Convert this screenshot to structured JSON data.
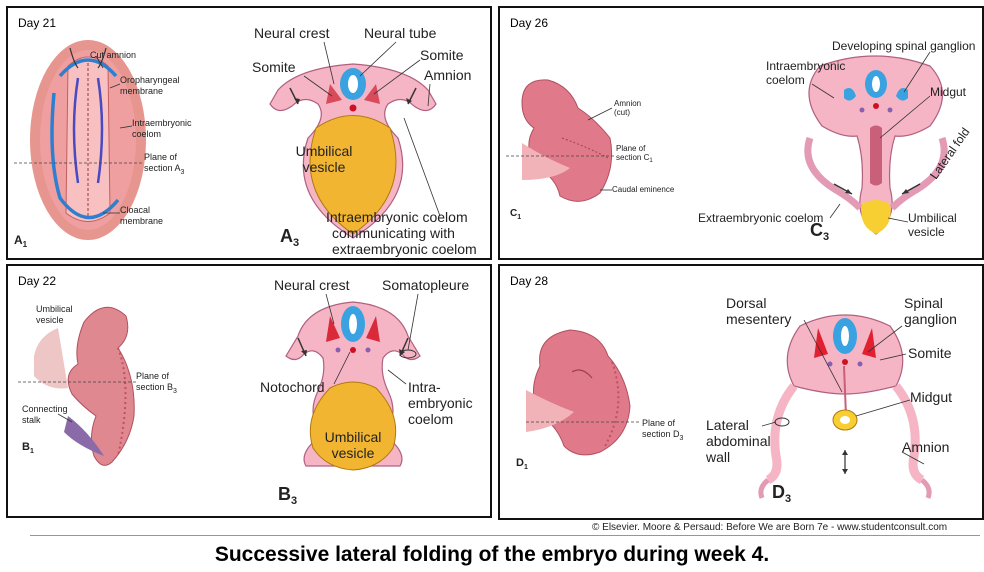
{
  "panels": {
    "day21": {
      "day_label": "Day 21",
      "left": {
        "cut_amnion": "Cut amnion",
        "oropharyngeal_1": "Oropharyngeal",
        "oropharyngeal_2": "membrane",
        "intraembryonic_1": "Intraembryonic",
        "intraembryonic_2": "coelom",
        "plane_1": "Plane of",
        "plane_2": "section A",
        "plane_sub": "3",
        "cloacal_1": "Cloacal",
        "cloacal_2": "membrane",
        "fig_letter": "A",
        "fig_sub": "1"
      },
      "right": {
        "neural_crest": "Neural crest",
        "neural_tube": "Neural tube",
        "somite_left": "Somite",
        "somite_right": "Somite",
        "amnion": "Amnion",
        "vesicle_1": "Umbilical",
        "vesicle_2": "vesicle",
        "coelom_1": "Intraembryonic coelom",
        "coelom_2": "communicating with",
        "coelom_3": "extraembryonic coelom",
        "fig_letter": "A",
        "fig_sub": "3"
      }
    },
    "day26": {
      "day_label": "Day 26",
      "left": {
        "amnion_1": "Amnion",
        "amnion_2": "(cut)",
        "plane_1": "Plane of",
        "plane_2": "section C",
        "plane_sub": "1",
        "caudal": "Caudal eminence",
        "fig_letter": "C",
        "fig_sub": "1"
      },
      "right": {
        "ganglion": "Developing spinal ganglion",
        "coelom_1": "Intraembryonic",
        "coelom_2": "coelom",
        "midgut": "Midgut",
        "lateral_fold": "Lateral fold",
        "extra_coelom": "Extraembryonic coelom",
        "vesicle_1": "Umbilical",
        "vesicle_2": "vesicle",
        "fig_letter": "C",
        "fig_sub": "3"
      }
    },
    "day22": {
      "day_label": "Day 22",
      "left": {
        "vesicle_1": "Umbilical",
        "vesicle_2": "vesicle",
        "plane_1": "Plane of",
        "plane_2": "section B",
        "plane_sub": "3",
        "stalk_1": "Connecting",
        "stalk_2": "stalk",
        "fig_letter": "B",
        "fig_sub": "1"
      },
      "right": {
        "neural_crest": "Neural crest",
        "somatopleure": "Somatopleure",
        "notochord": "Notochord",
        "intra_1": "Intra-",
        "intra_2": "embryonic",
        "intra_3": "coelom",
        "vesicle_1": "Umbilical",
        "vesicle_2": "vesicle",
        "fig_letter": "B",
        "fig_sub": "3"
      }
    },
    "day28": {
      "day_label": "Day 28",
      "left": {
        "plane_1": "Plane of",
        "plane_2": "section D",
        "plane_sub": "3",
        "fig_letter": "D",
        "fig_sub": "1"
      },
      "right": {
        "dorsal_1": "Dorsal",
        "dorsal_2": "mesentery",
        "spinal_1": "Spinal",
        "spinal_2": "ganglion",
        "somite": "Somite",
        "midgut": "Midgut",
        "lateral_1": "Lateral",
        "lateral_2": "abdominal",
        "lateral_3": "wall",
        "amnion": "Amnion",
        "fig_letter": "D",
        "fig_sub": "3"
      }
    }
  },
  "copyright": "© Elsevier. Moore & Persaud: Before We are Born 7e - www.studentconsult.com",
  "caption": "Successive lateral folding of the embryo during week 4."
}
